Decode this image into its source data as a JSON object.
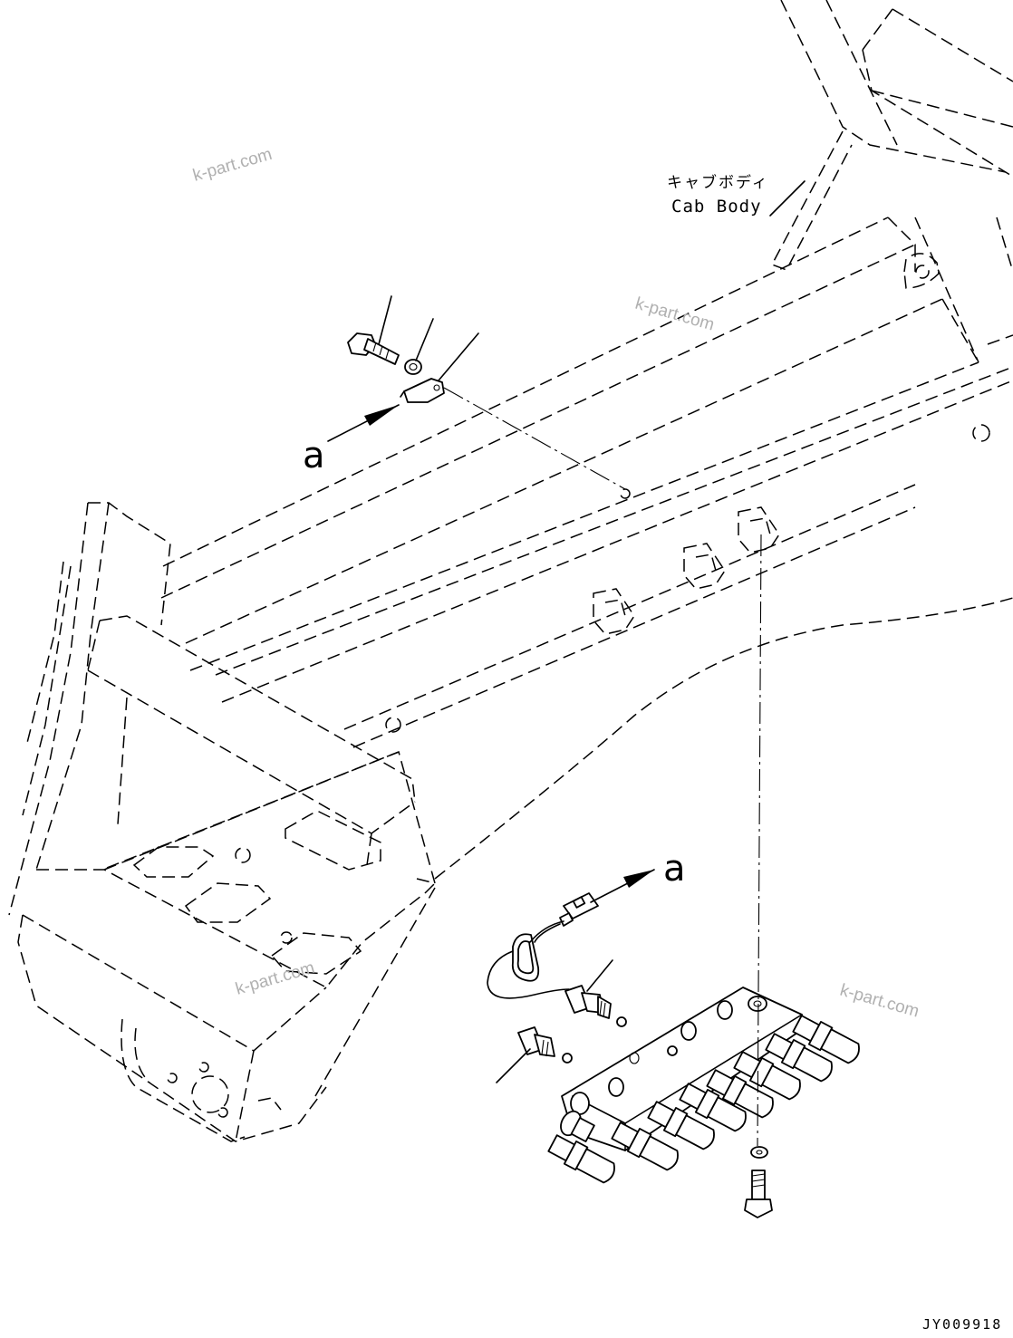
{
  "labels": {
    "cab_body_jp": "キャブボディ",
    "cab_body_en": "Cab Body",
    "view_a_top": "a",
    "view_a_bottom": "a",
    "drawing_code": "JY009918"
  },
  "watermarks": [
    "k-part.com",
    "k-part.com",
    "k-part.com",
    "k-part.com"
  ],
  "colors": {
    "line": "#000000",
    "background": "#ffffff",
    "watermark": "#b0b0b0"
  }
}
